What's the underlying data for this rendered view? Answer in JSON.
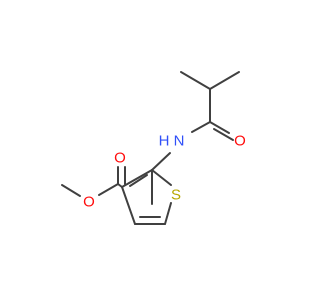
{
  "molecule": {
    "colors": {
      "bond": "#404040",
      "oxygen": "#ff0d0d",
      "nitrogen": "#3050f8",
      "sulfur": "#b8a800"
    },
    "atoms": {
      "amide_nitrogen": "N",
      "amide_hydrogen": "H",
      "amide_oxygen": "O",
      "ester_carbonyl_oxygen": "O",
      "ester_oxygen": "O",
      "ring_sulfur": "S"
    }
  }
}
